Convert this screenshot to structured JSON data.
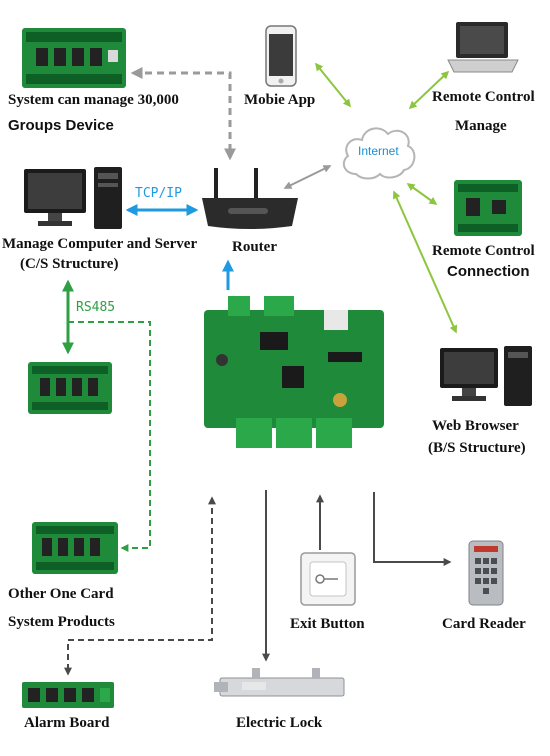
{
  "colors": {
    "board_green": "#1f8a3a",
    "gray_link": "#9a9a9a",
    "green_link": "#8cc63f",
    "blue_link": "#1f9ae0",
    "rs485_green": "#2ea043",
    "dark_link": "#4a4a4a",
    "cloud_text": "#1a8fd1"
  },
  "labels": {
    "system_manage_line1": "System can manage 30,000",
    "system_manage_line2": "Groups Device",
    "mobile_app": "Mobie App",
    "remote_control_manage_line1": "Remote Control",
    "remote_control_manage_line2": "Manage",
    "internet": "Internet",
    "tcp_ip": "TCP/IP",
    "router": "Router",
    "manage_computer_line1": "Manage Computer and Server",
    "manage_computer_line2": "(C/S Structure)",
    "remote_control_connection_line1": "Remote Control",
    "remote_control_connection_line2": "Connection",
    "rs485": "RS485",
    "web_browser_line1": "Web Browser",
    "web_browser_line2": "(B/S Structure)",
    "other_card_line1": "Other One Card",
    "other_card_line2": "System Products",
    "exit_button": "Exit Button",
    "card_reader": "Card Reader",
    "alarm_board": "Alarm Board",
    "electric_lock": "Electric Lock"
  },
  "devices": {
    "system_board": "circuit-board",
    "mobile_phone": "smartphone",
    "laptop": "laptop",
    "cloud": "cloud",
    "desktop_pc": "desktop-computer",
    "router": "wireless-router",
    "remote_board": "circuit-board",
    "main_controller": "controller-board",
    "expansion_board": "circuit-board",
    "web_pc": "desktop-computer",
    "other_card_board": "circuit-board",
    "exit_button": "exit-button",
    "card_reader": "keypad-card-reader",
    "alarm_board": "alarm-board",
    "electric_lock": "electric-bolt-lock"
  }
}
